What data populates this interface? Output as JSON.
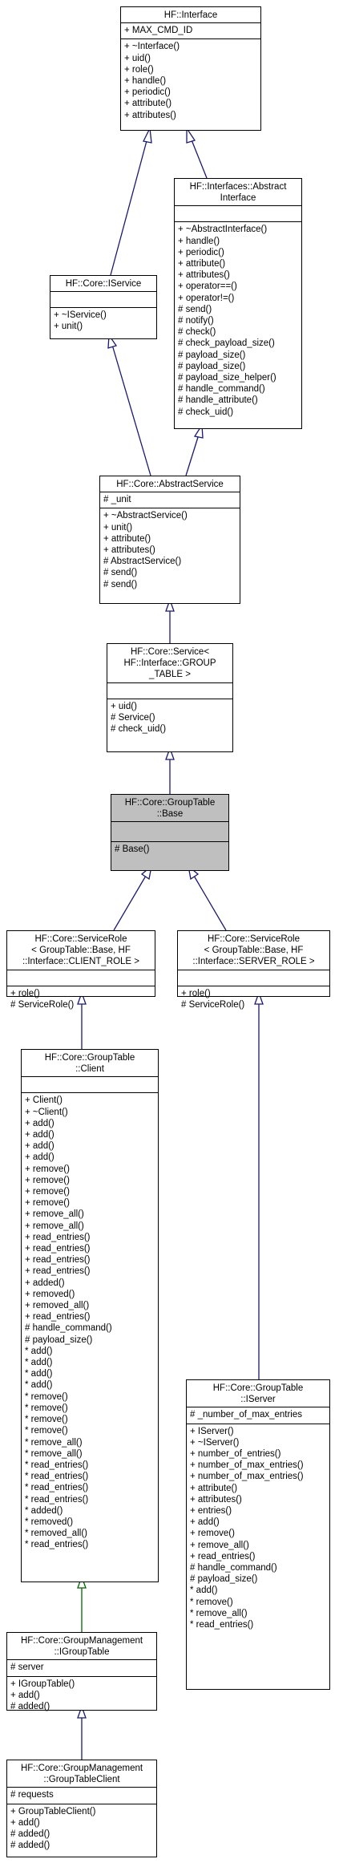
{
  "classes": [
    {
      "id": "interface",
      "title": [
        "HF::Interface"
      ],
      "attributes": [
        "+ MAX_CMD_ID"
      ],
      "methods": [
        "+ ~Interface()",
        "+ uid()",
        "+ role()",
        "+ handle()",
        "+ periodic()",
        "+ attribute()",
        "+ attributes()"
      ]
    },
    {
      "id": "abstract-interface",
      "title": [
        "HF::Interfaces::Abstract",
        "Interface"
      ],
      "attributes": [],
      "methods": [
        "+ ~AbstractInterface()",
        "+ handle()",
        "+ periodic()",
        "+ attribute()",
        "+ attributes()",
        "+ operator==()",
        "+ operator!=()",
        "# send()",
        "# notify()",
        "# check()",
        "# check_payload_size()",
        "# payload_size()",
        "# payload_size()",
        "# payload_size_helper()",
        "# handle_command()",
        "# handle_attribute()",
        "# check_uid()"
      ]
    },
    {
      "id": "iservice",
      "title": [
        "HF::Core::IService"
      ],
      "attributes": [],
      "methods": [
        "+ ~IService()",
        "+ unit()"
      ]
    },
    {
      "id": "abstract-service",
      "title": [
        "HF::Core::AbstractService"
      ],
      "attributes": [
        "# _unit"
      ],
      "methods": [
        "+ ~AbstractService()",
        "+ unit()",
        "+ attribute()",
        "+ attributes()",
        "# AbstractService()",
        "# send()",
        "# send()"
      ]
    },
    {
      "id": "service",
      "title": [
        "HF::Core::Service<",
        "HF::Interface::GROUP",
        "_TABLE >"
      ],
      "attributes": [],
      "methods": [
        "+ uid()",
        "# Service()",
        "# check_uid()"
      ]
    },
    {
      "id": "group-table-base",
      "title": [
        "HF::Core::GroupTable",
        "::Base"
      ],
      "attributes": [],
      "methods": [
        "# Base()"
      ]
    },
    {
      "id": "service-role-client",
      "title": [
        "HF::Core::ServiceRole",
        "< GroupTable::Base, HF",
        "::Interface::CLIENT_ROLE >"
      ],
      "attributes": [],
      "methods": [
        "+ role()",
        "# ServiceRole()"
      ]
    },
    {
      "id": "service-role-server",
      "title": [
        "HF::Core::ServiceRole",
        "< GroupTable::Base, HF",
        "::Interface::SERVER_ROLE >"
      ],
      "attributes": [],
      "methods": [
        "+ role()",
        "# ServiceRole()"
      ]
    },
    {
      "id": "group-table-client",
      "title": [
        "HF::Core::GroupTable",
        "::Client"
      ],
      "attributes": [],
      "methods": [
        "+ Client()",
        "+ ~Client()",
        "+ add()",
        "+ add()",
        "+ add()",
        "+ add()",
        "+ remove()",
        "+ remove()",
        "+ remove()",
        "+ remove()",
        "+ remove_all()",
        "+ remove_all()",
        "+ read_entries()",
        "+ read_entries()",
        "+ read_entries()",
        "+ read_entries()",
        "+ added()",
        "+ removed()",
        "+ removed_all()",
        "+ read_entries()",
        "# handle_command()",
        "# payload_size()",
        "* add()",
        "* add()",
        "* add()",
        "* add()",
        "* remove()",
        "* remove()",
        "* remove()",
        "* remove()",
        "* remove_all()",
        "* remove_all()",
        "* read_entries()",
        "* read_entries()",
        "* read_entries()",
        "* read_entries()",
        "* added()",
        "* removed()",
        "* removed_all()",
        "* read_entries()"
      ]
    },
    {
      "id": "group-table-iserver",
      "title": [
        "HF::Core::GroupTable",
        "::IServer"
      ],
      "attributes": [
        "# _number_of_max_entries"
      ],
      "methods": [
        "+ IServer()",
        "+ ~IServer()",
        "+ number_of_entries()",
        "+ number_of_max_entries()",
        "+ number_of_max_entries()",
        "+ attribute()",
        "+ attributes()",
        "+ entries()",
        "+ add()",
        "+ remove()",
        "+ remove_all()",
        "+ read_entries()",
        "# handle_command()",
        "# payload_size()",
        "* add()",
        "* remove()",
        "* remove_all()",
        "* read_entries()"
      ]
    },
    {
      "id": "igroup-table",
      "title": [
        "HF::Core::GroupManagement",
        "::IGroupTable"
      ],
      "attributes": [
        "# server"
      ],
      "methods": [
        "+ IGroupTable()",
        "+ add()",
        "# added()"
      ]
    },
    {
      "id": "group-table-client-mgmt",
      "title": [
        "HF::Core::GroupManagement",
        "::GroupTableClient"
      ],
      "attributes": [
        "# requests"
      ],
      "methods": [
        "+ GroupTableClient()",
        "+ add()",
        "# added()",
        "# added()"
      ]
    }
  ],
  "colors": {
    "inheritance": "#191970",
    "usage": "#006400",
    "highlight": "#bfbfbf",
    "border": "#000000"
  }
}
